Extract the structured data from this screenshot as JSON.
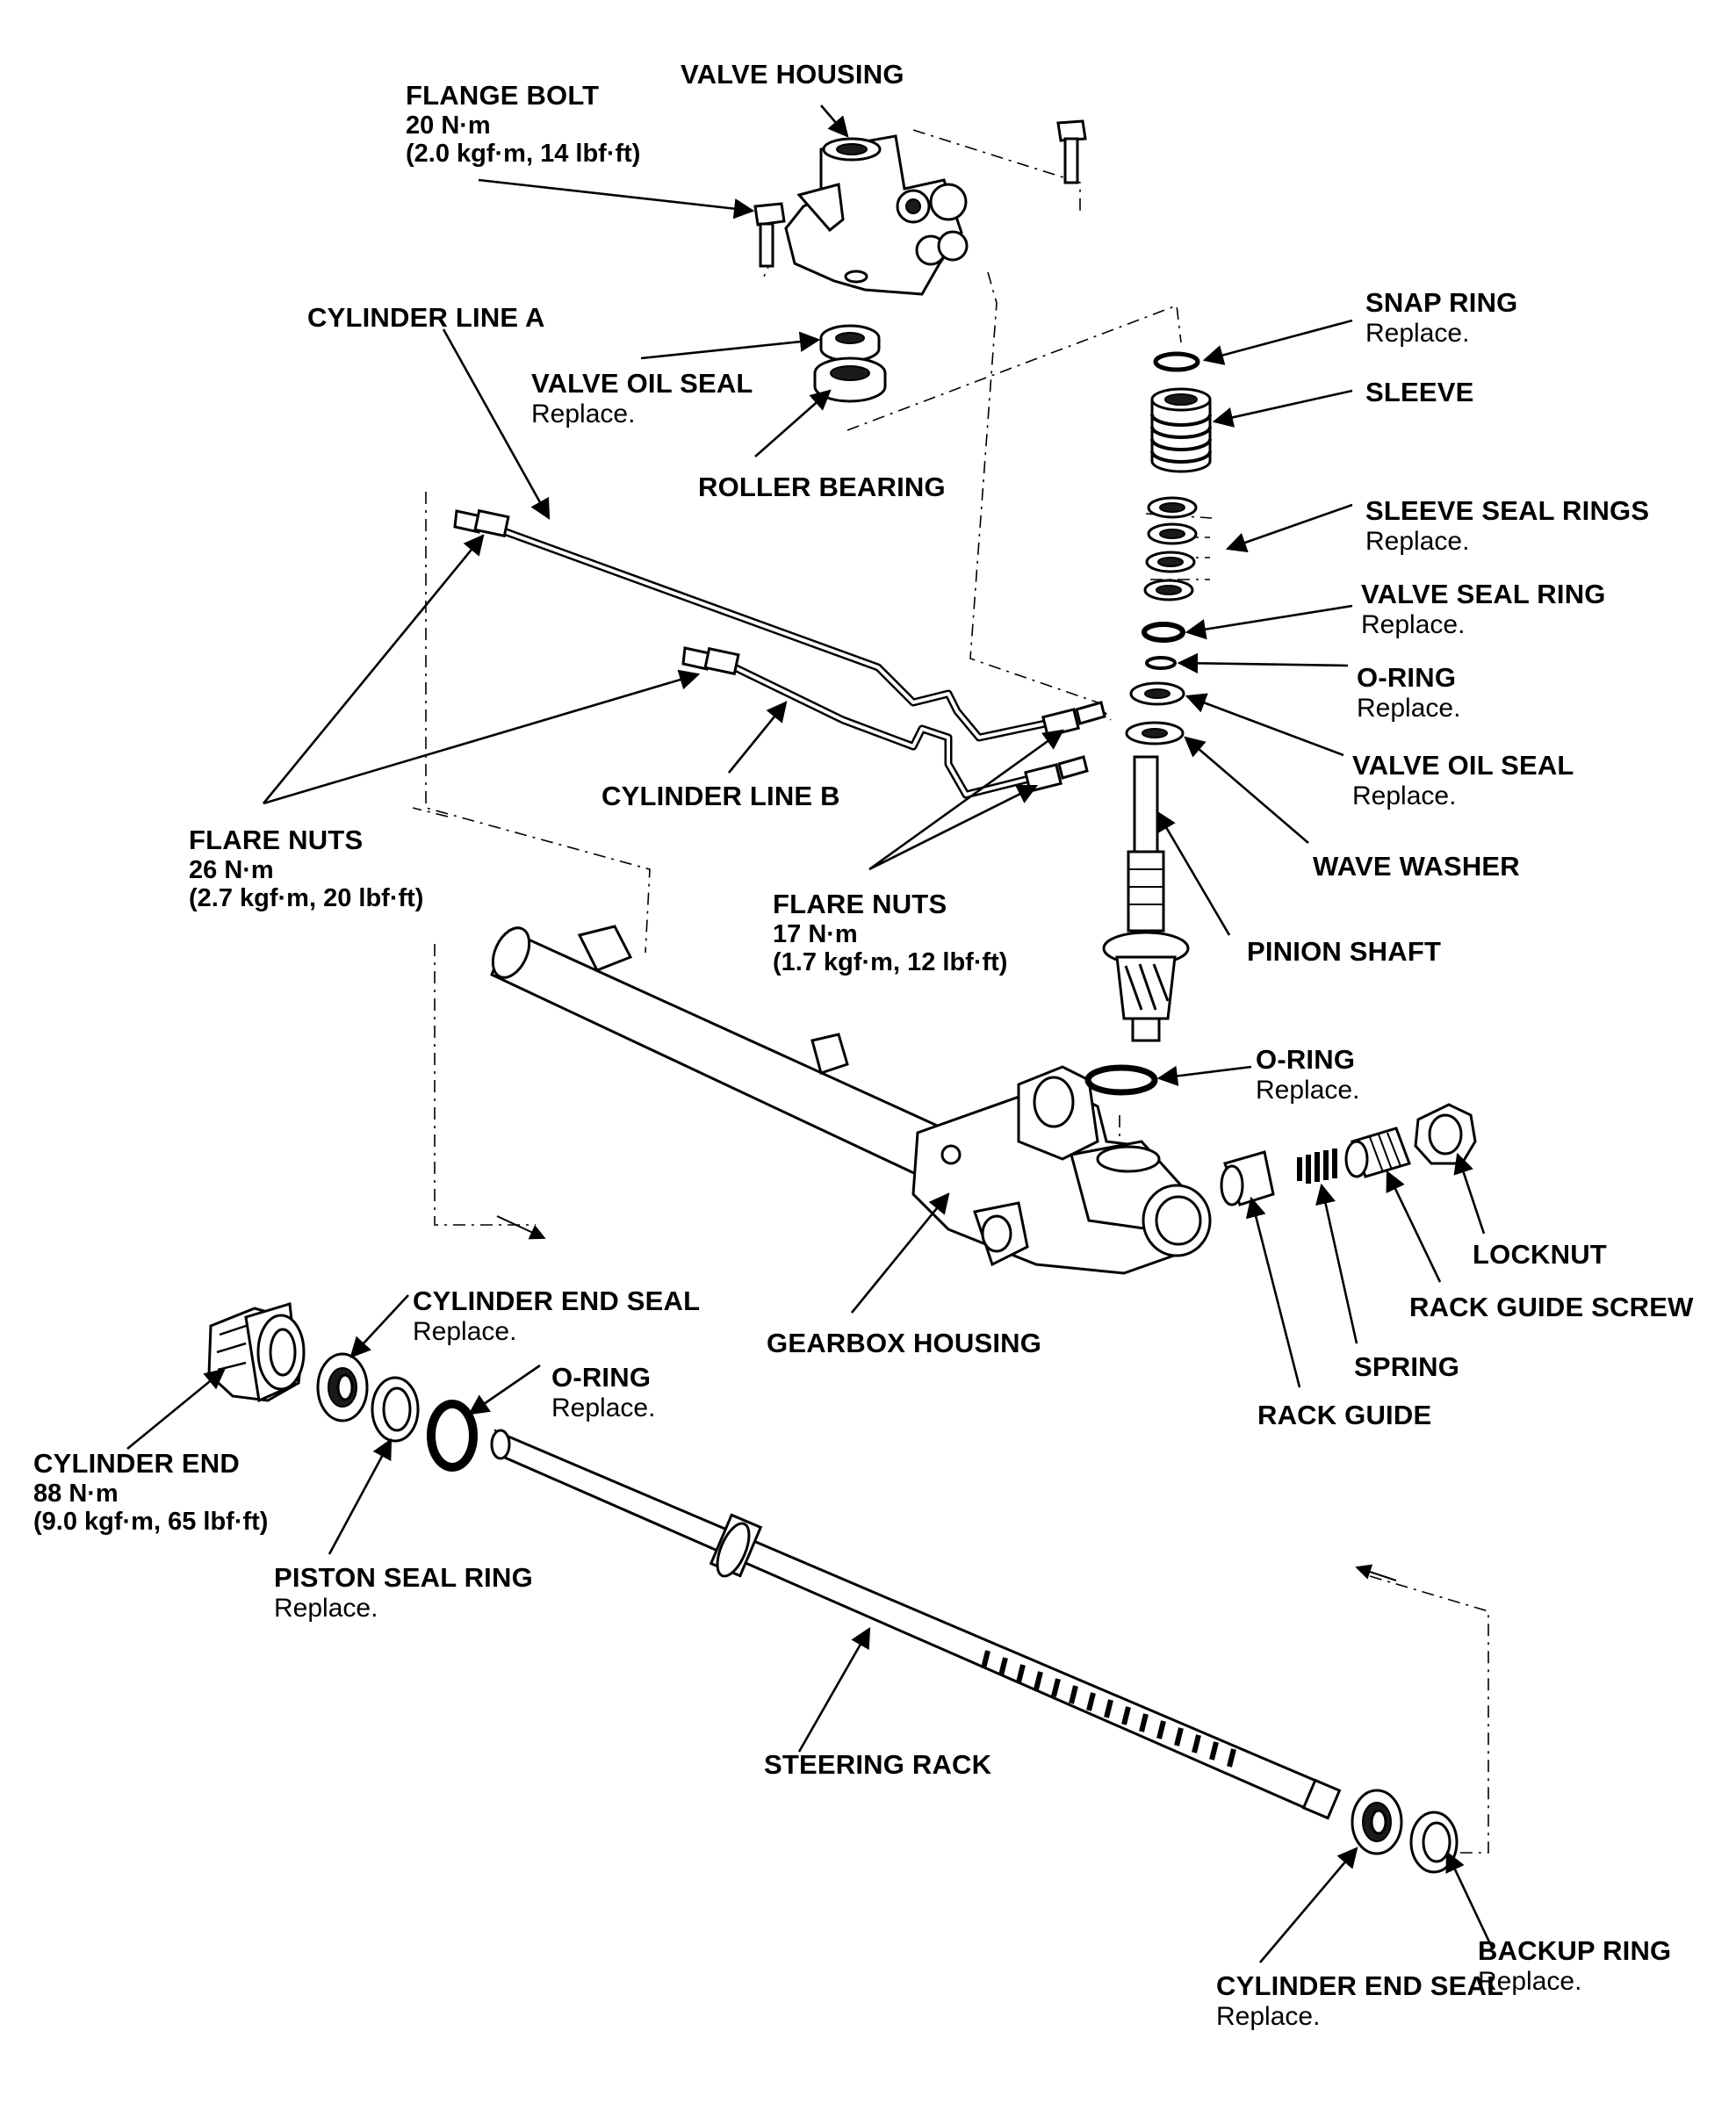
{
  "labels": {
    "valve_housing": {
      "name": "VALVE HOUSING"
    },
    "flange_bolt": {
      "name": "FLANGE BOLT",
      "torque": "20 N·m",
      "torque_alt": "(2.0 kgf·m, 14 lbf·ft)"
    },
    "cylinder_line_a": {
      "name": "CYLINDER LINE A"
    },
    "valve_oil_seal_top": {
      "name": "VALVE OIL SEAL",
      "note": "Replace."
    },
    "roller_bearing": {
      "name": "ROLLER BEARING"
    },
    "snap_ring": {
      "name": "SNAP RING",
      "note": "Replace."
    },
    "sleeve": {
      "name": "SLEEVE"
    },
    "sleeve_seal_rings": {
      "name": "SLEEVE SEAL RINGS",
      "note": "Replace."
    },
    "valve_seal_ring": {
      "name": "VALVE SEAL RING",
      "note": "Replace."
    },
    "o_ring_upper": {
      "name": "O-RING",
      "note": "Replace."
    },
    "valve_oil_seal_lower": {
      "name": "VALVE OIL SEAL",
      "note": "Replace."
    },
    "wave_washer": {
      "name": "WAVE WASHER"
    },
    "pinion_shaft": {
      "name": "PINION SHAFT"
    },
    "cylinder_line_b": {
      "name": "CYLINDER LINE B"
    },
    "flare_nuts_left": {
      "name": "FLARE NUTS",
      "torque": "26 N·m",
      "torque_alt": "(2.7 kgf·m, 20 lbf·ft)"
    },
    "flare_nuts_right": {
      "name": "FLARE NUTS",
      "torque": "17 N·m",
      "torque_alt": "(1.7 kgf·m, 12 lbf·ft)"
    },
    "o_ring_gearbox": {
      "name": "O-RING",
      "note": "Replace."
    },
    "locknut": {
      "name": "LOCKNUT"
    },
    "rack_guide_screw": {
      "name": "RACK GUIDE SCREW"
    },
    "spring": {
      "name": "SPRING"
    },
    "rack_guide": {
      "name": "RACK GUIDE"
    },
    "gearbox_housing": {
      "name": "GEARBOX HOUSING"
    },
    "cylinder_end_seal_left": {
      "name": "CYLINDER END SEAL",
      "note": "Replace."
    },
    "o_ring_lower": {
      "name": "O-RING",
      "note": "Replace."
    },
    "cylinder_end": {
      "name": "CYLINDER END",
      "torque": "88 N·m",
      "torque_alt": "(9.0 kgf·m, 65 lbf·ft)"
    },
    "piston_seal_ring": {
      "name": "PISTON SEAL RING",
      "note": "Replace."
    },
    "steering_rack": {
      "name": "STEERING RACK"
    },
    "backup_ring": {
      "name": "BACKUP RING",
      "note": "Replace."
    },
    "cylinder_end_seal_right": {
      "name": "CYLINDER END SEAL",
      "note": "Replace."
    }
  }
}
